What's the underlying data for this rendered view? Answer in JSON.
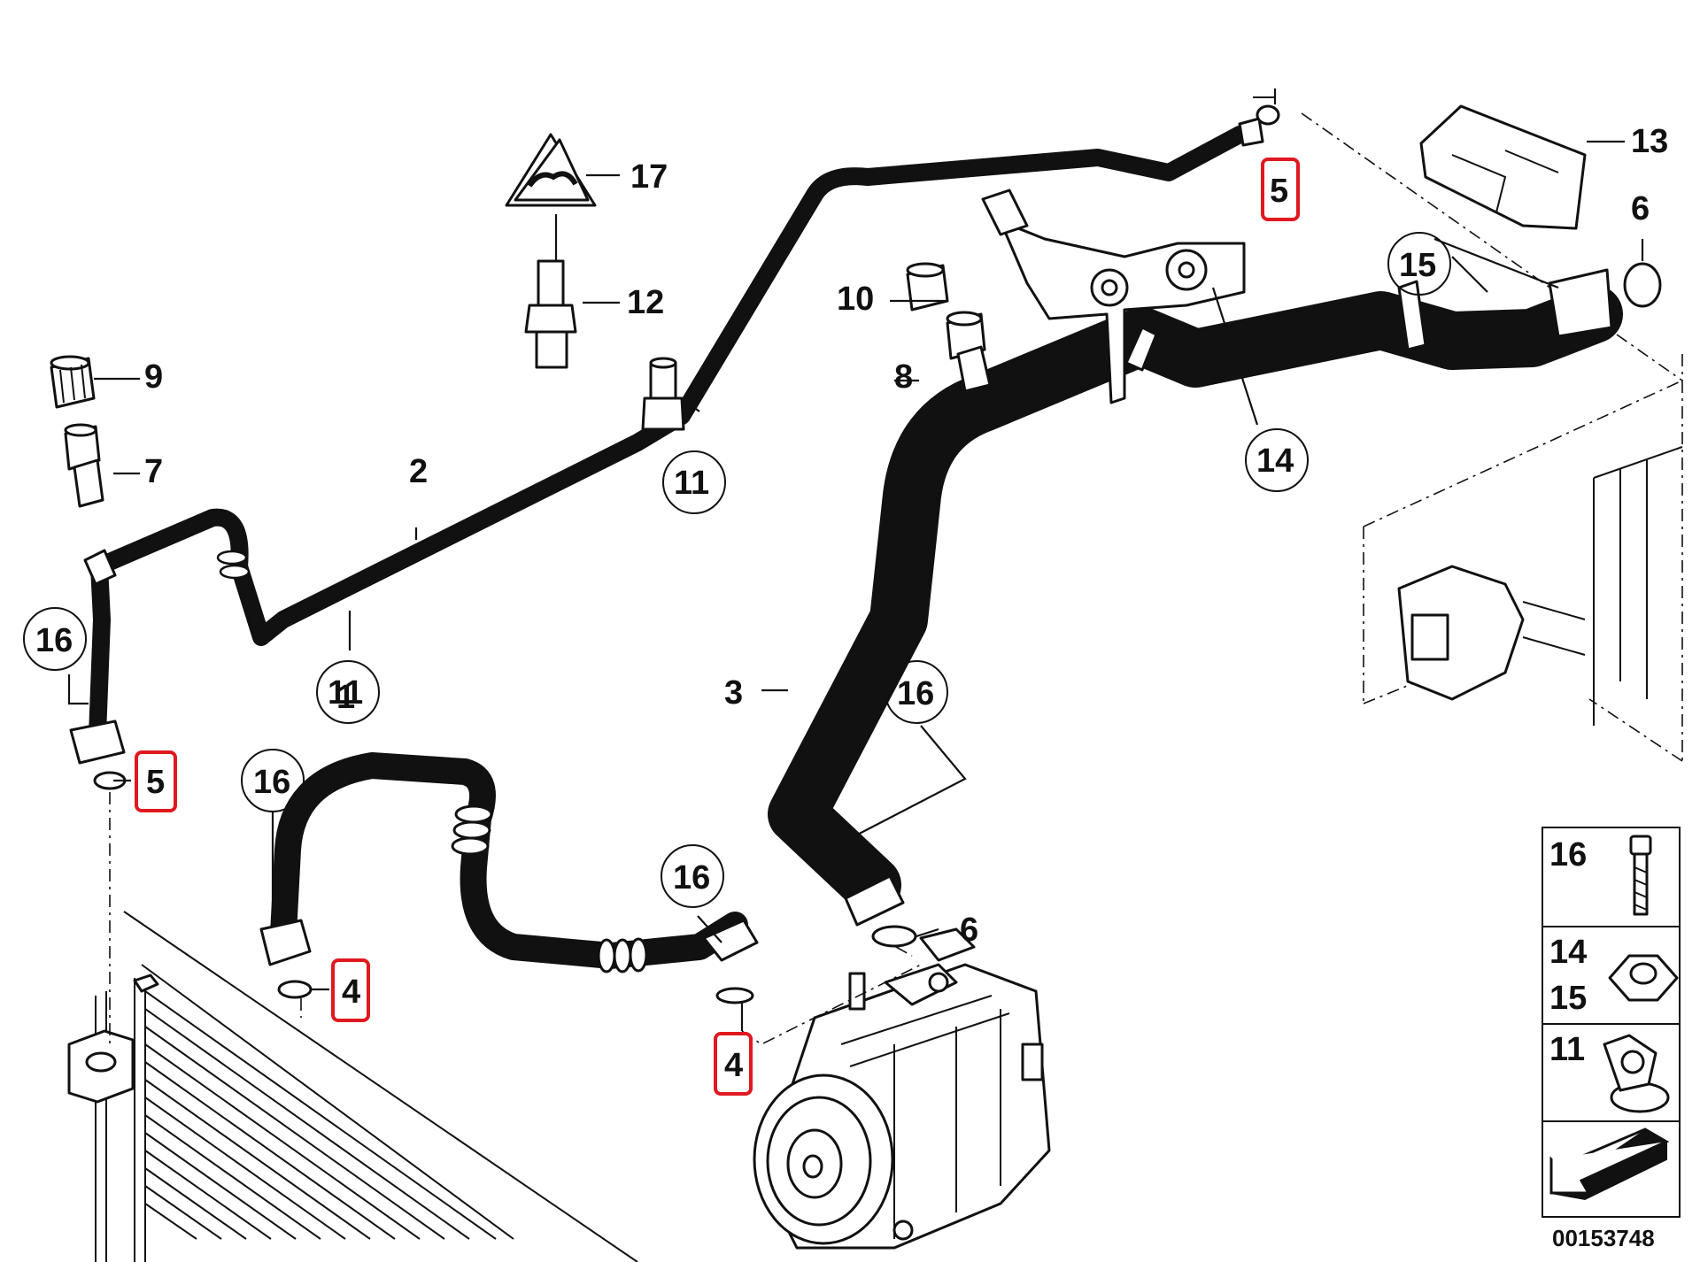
{
  "diagram": {
    "callouts": {
      "c1": "1",
      "c2": "2",
      "c3": "3",
      "c4a": "4",
      "c4b": "4",
      "c5a": "5",
      "c5b": "5",
      "c6a": "6",
      "c6b": "6",
      "c7": "7",
      "c8": "8",
      "c9": "9",
      "c10": "10",
      "c11a": "11",
      "c11b": "11",
      "c12": "12",
      "c13": "13",
      "c14": "14",
      "c15": "15",
      "c16a": "16",
      "c16b": "16",
      "c16c": "16",
      "c16d": "16",
      "c17": "17"
    },
    "legend": {
      "row1": "16",
      "row2a": "14",
      "row2b": "15",
      "row3": "11"
    },
    "diagram_number": "00153748",
    "highlight_color": "#e0181f"
  }
}
